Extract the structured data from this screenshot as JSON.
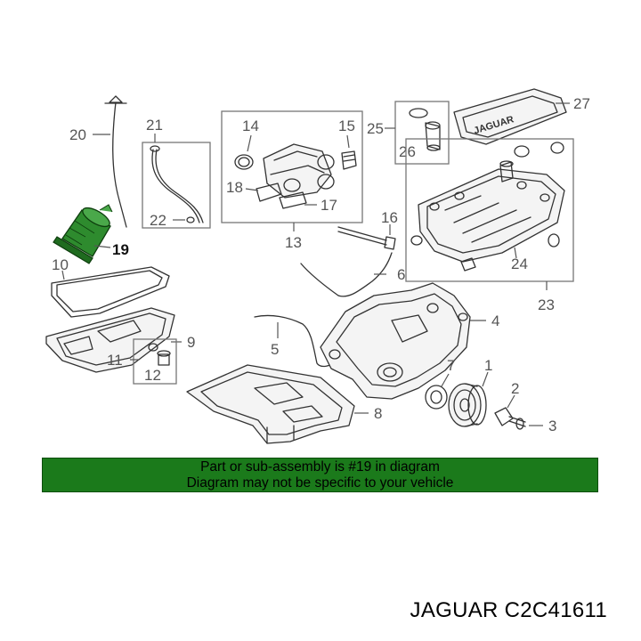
{
  "callouts": {
    "c1": "1",
    "c2": "2",
    "c3": "3",
    "c4": "4",
    "c5": "5",
    "c6": "6",
    "c7": "7",
    "c8": "8",
    "c9": "9",
    "c10": "10",
    "c11": "11",
    "c12": "12",
    "c13": "13",
    "c14": "14",
    "c15": "15",
    "c16": "16",
    "c17": "17",
    "c18": "18",
    "c19": "19",
    "c20": "20",
    "c21": "21",
    "c22": "22",
    "c23": "23",
    "c24": "24",
    "c25": "25",
    "c26": "26",
    "c27": "27"
  },
  "cover_text": "JAGUAR",
  "banner": {
    "line1": "Part or sub-assembly is #19 in diagram",
    "line2": "Diagram may not be specific to your vehicle"
  },
  "part_label": "JAGUAR C2C41611",
  "colors": {
    "highlight": "#2e8b2e",
    "banner_bg": "#1b7a1b"
  }
}
